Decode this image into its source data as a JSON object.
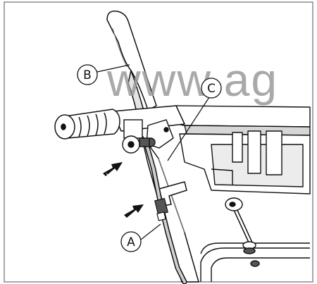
{
  "diagram": {
    "watermark": "www.ag",
    "callouts": [
      {
        "id": "A",
        "label": "A"
      },
      {
        "id": "B",
        "label": "B"
      },
      {
        "id": "C",
        "label": "C"
      }
    ],
    "colors": {
      "line": "#111111",
      "fill_light": "#ffffff",
      "shade": "#d6d6d6",
      "dark": "#555555",
      "frame": "#8a8a8a"
    }
  }
}
